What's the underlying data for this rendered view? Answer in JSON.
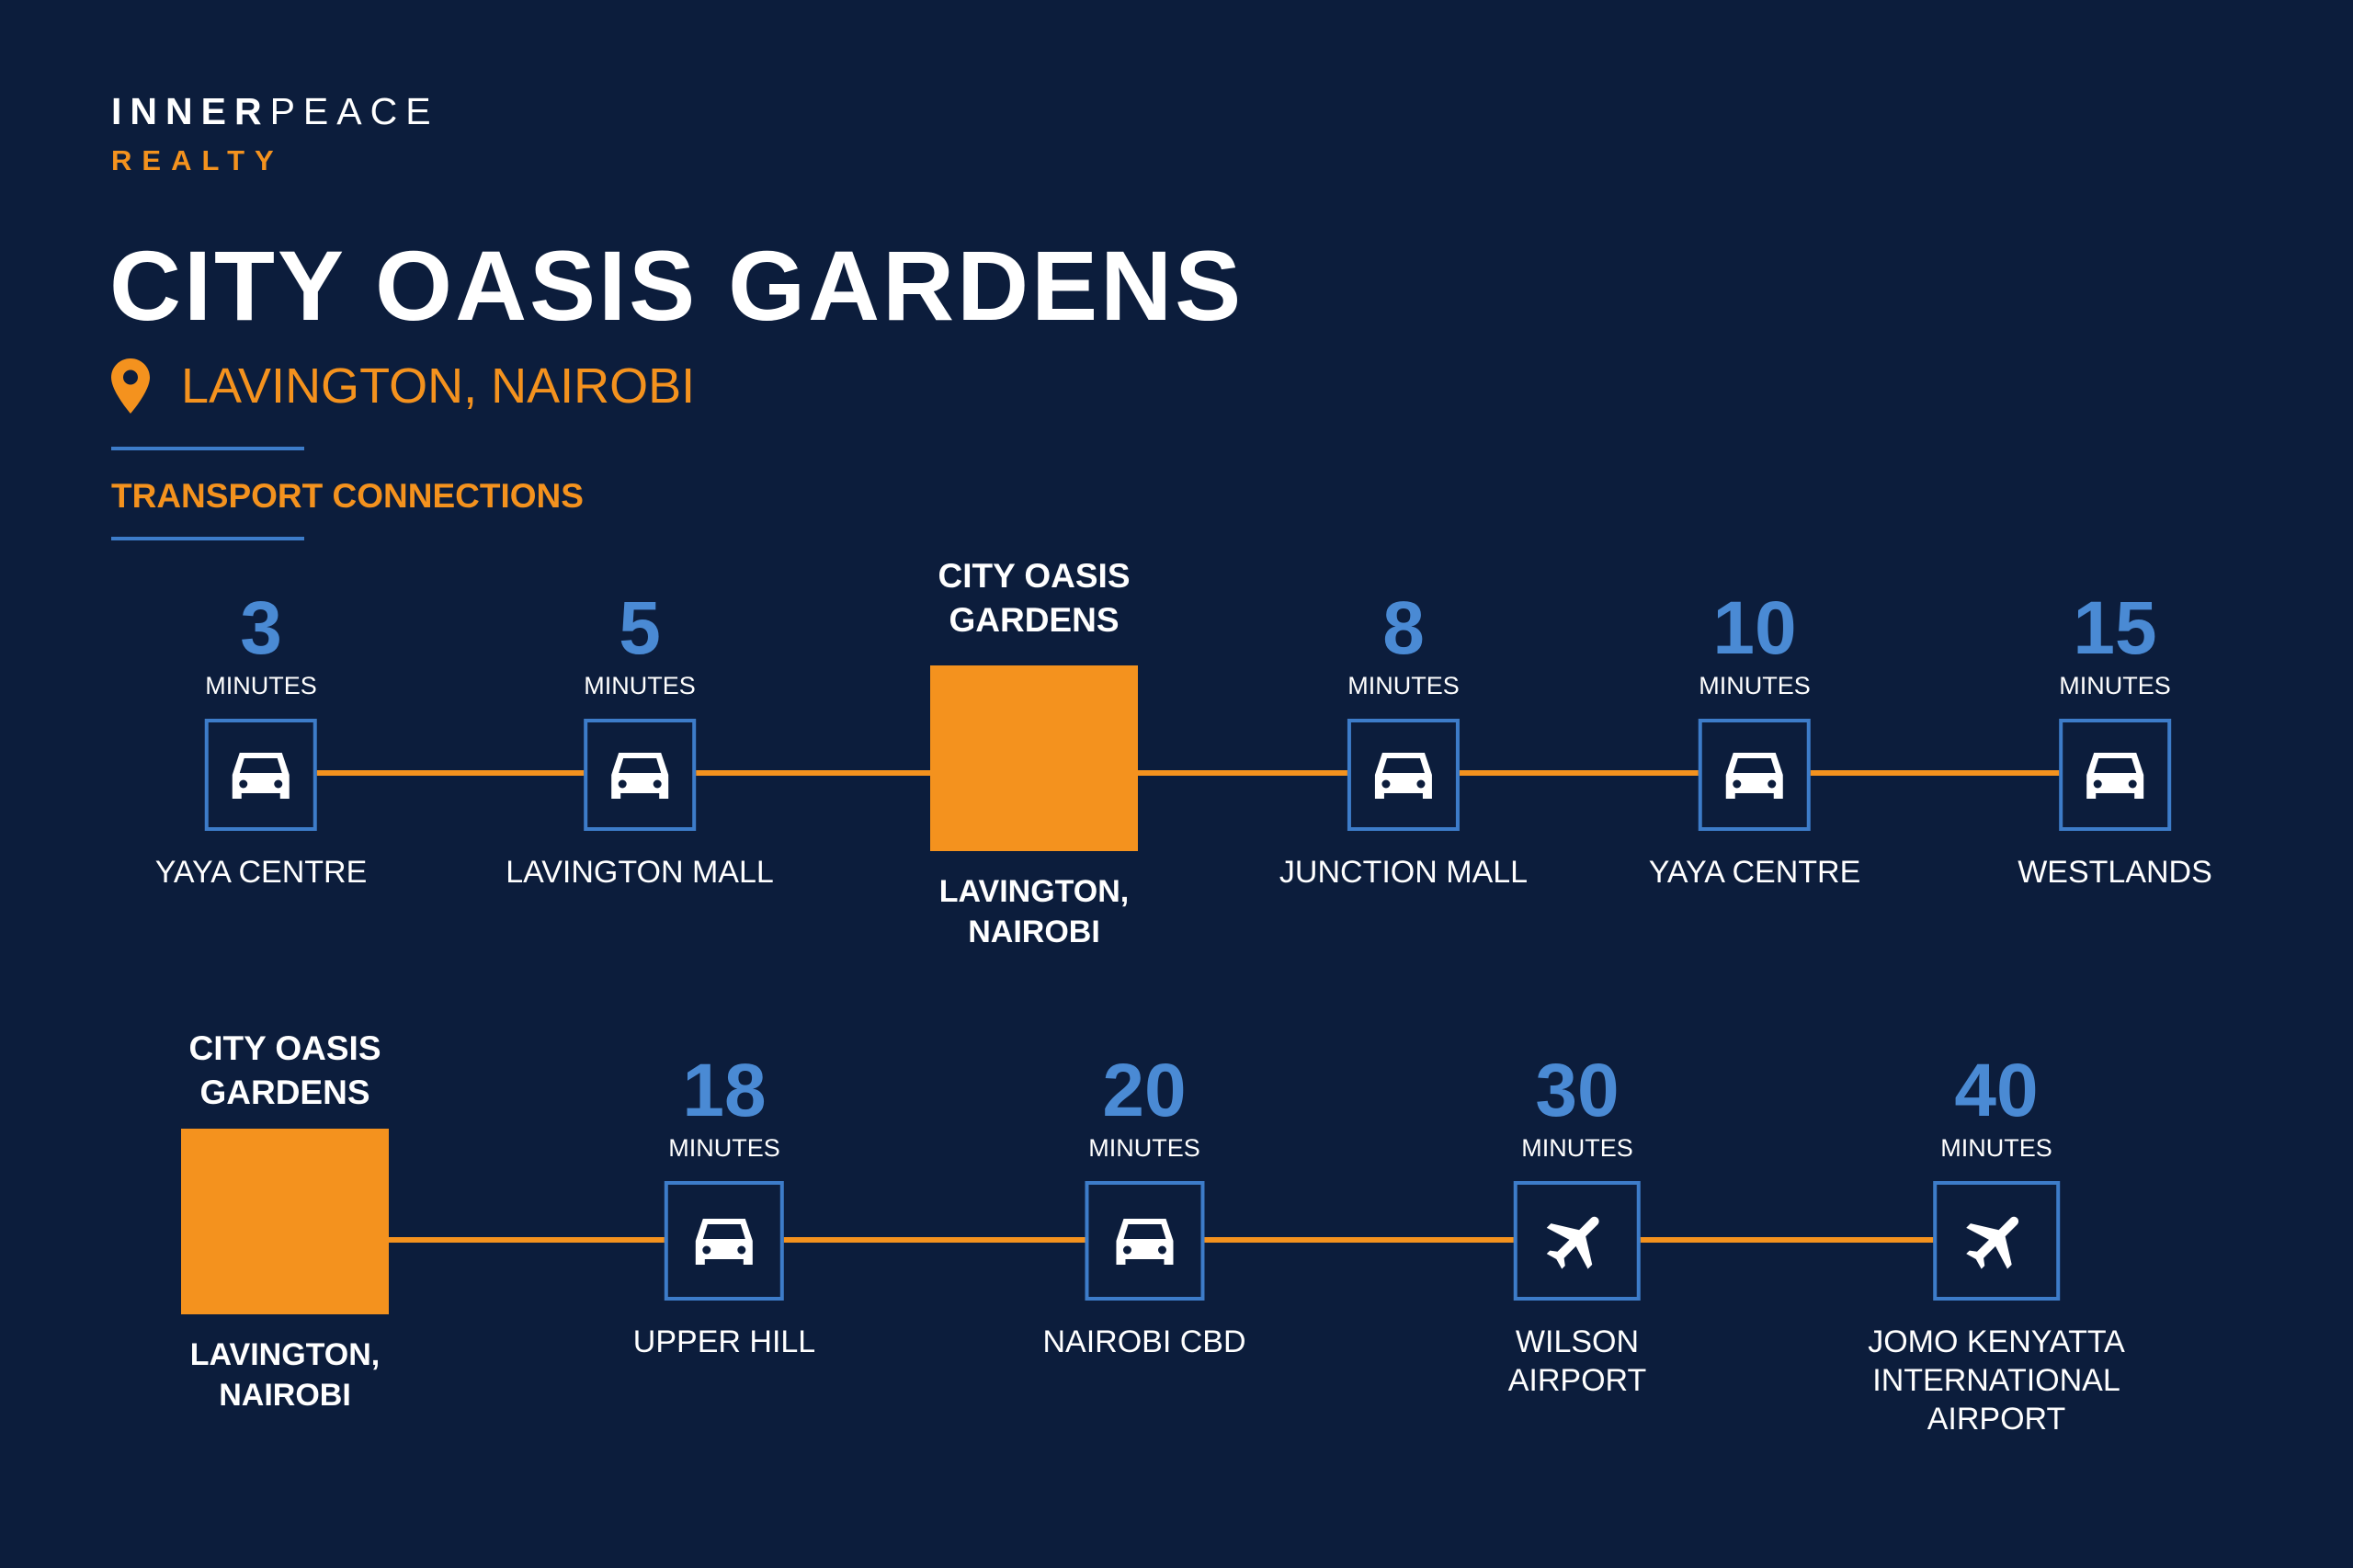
{
  "brand": {
    "name_bold": "INNER",
    "name_light": "PEACE",
    "sub": "REALTY"
  },
  "title": "CITY OASIS GARDENS",
  "location": "LAVINGTON, NAIROBI",
  "section_label": "TRANSPORT CONNECTIONS",
  "colors": {
    "background": "#0c1d3c",
    "accent_orange": "#f4921e",
    "accent_blue": "#4a8ad4"
  },
  "row1": {
    "origin": {
      "name_line1": "CITY OASIS",
      "name_line2": "GARDENS",
      "loc_line1": "LAVINGTON,",
      "loc_line2": "NAIROBI"
    },
    "stops": [
      {
        "minutes": "3",
        "unit": "MINUTES",
        "icon": "car-icon",
        "dest": [
          "YAYA CENTRE"
        ]
      },
      {
        "minutes": "5",
        "unit": "MINUTES",
        "icon": "car-icon",
        "dest": [
          "LAVINGTON MALL"
        ]
      },
      {
        "minutes": "8",
        "unit": "MINUTES",
        "icon": "car-icon",
        "dest": [
          "JUNCTION MALL"
        ]
      },
      {
        "minutes": "10",
        "unit": "MINUTES",
        "icon": "car-icon",
        "dest": [
          "YAYA CENTRE"
        ]
      },
      {
        "minutes": "15",
        "unit": "MINUTES",
        "icon": "car-icon",
        "dest": [
          "WESTLANDS"
        ]
      }
    ]
  },
  "row2": {
    "origin": {
      "name_line1": "CITY OASIS",
      "name_line2": "GARDENS",
      "loc_line1": "LAVINGTON,",
      "loc_line2": "NAIROBI"
    },
    "stops": [
      {
        "minutes": "18",
        "unit": "MINUTES",
        "icon": "car-icon",
        "dest": [
          "UPPER HILL"
        ]
      },
      {
        "minutes": "20",
        "unit": "MINUTES",
        "icon": "car-icon",
        "dest": [
          "NAIROBI CBD"
        ]
      },
      {
        "minutes": "30",
        "unit": "MINUTES",
        "icon": "airplane-icon",
        "dest": [
          "WILSON",
          "AIRPORT"
        ]
      },
      {
        "minutes": "40",
        "unit": "MINUTES",
        "icon": "airplane-icon",
        "dest": [
          "JOMO KENYATTA",
          "INTERNATIONAL",
          "AIRPORT"
        ]
      }
    ]
  }
}
